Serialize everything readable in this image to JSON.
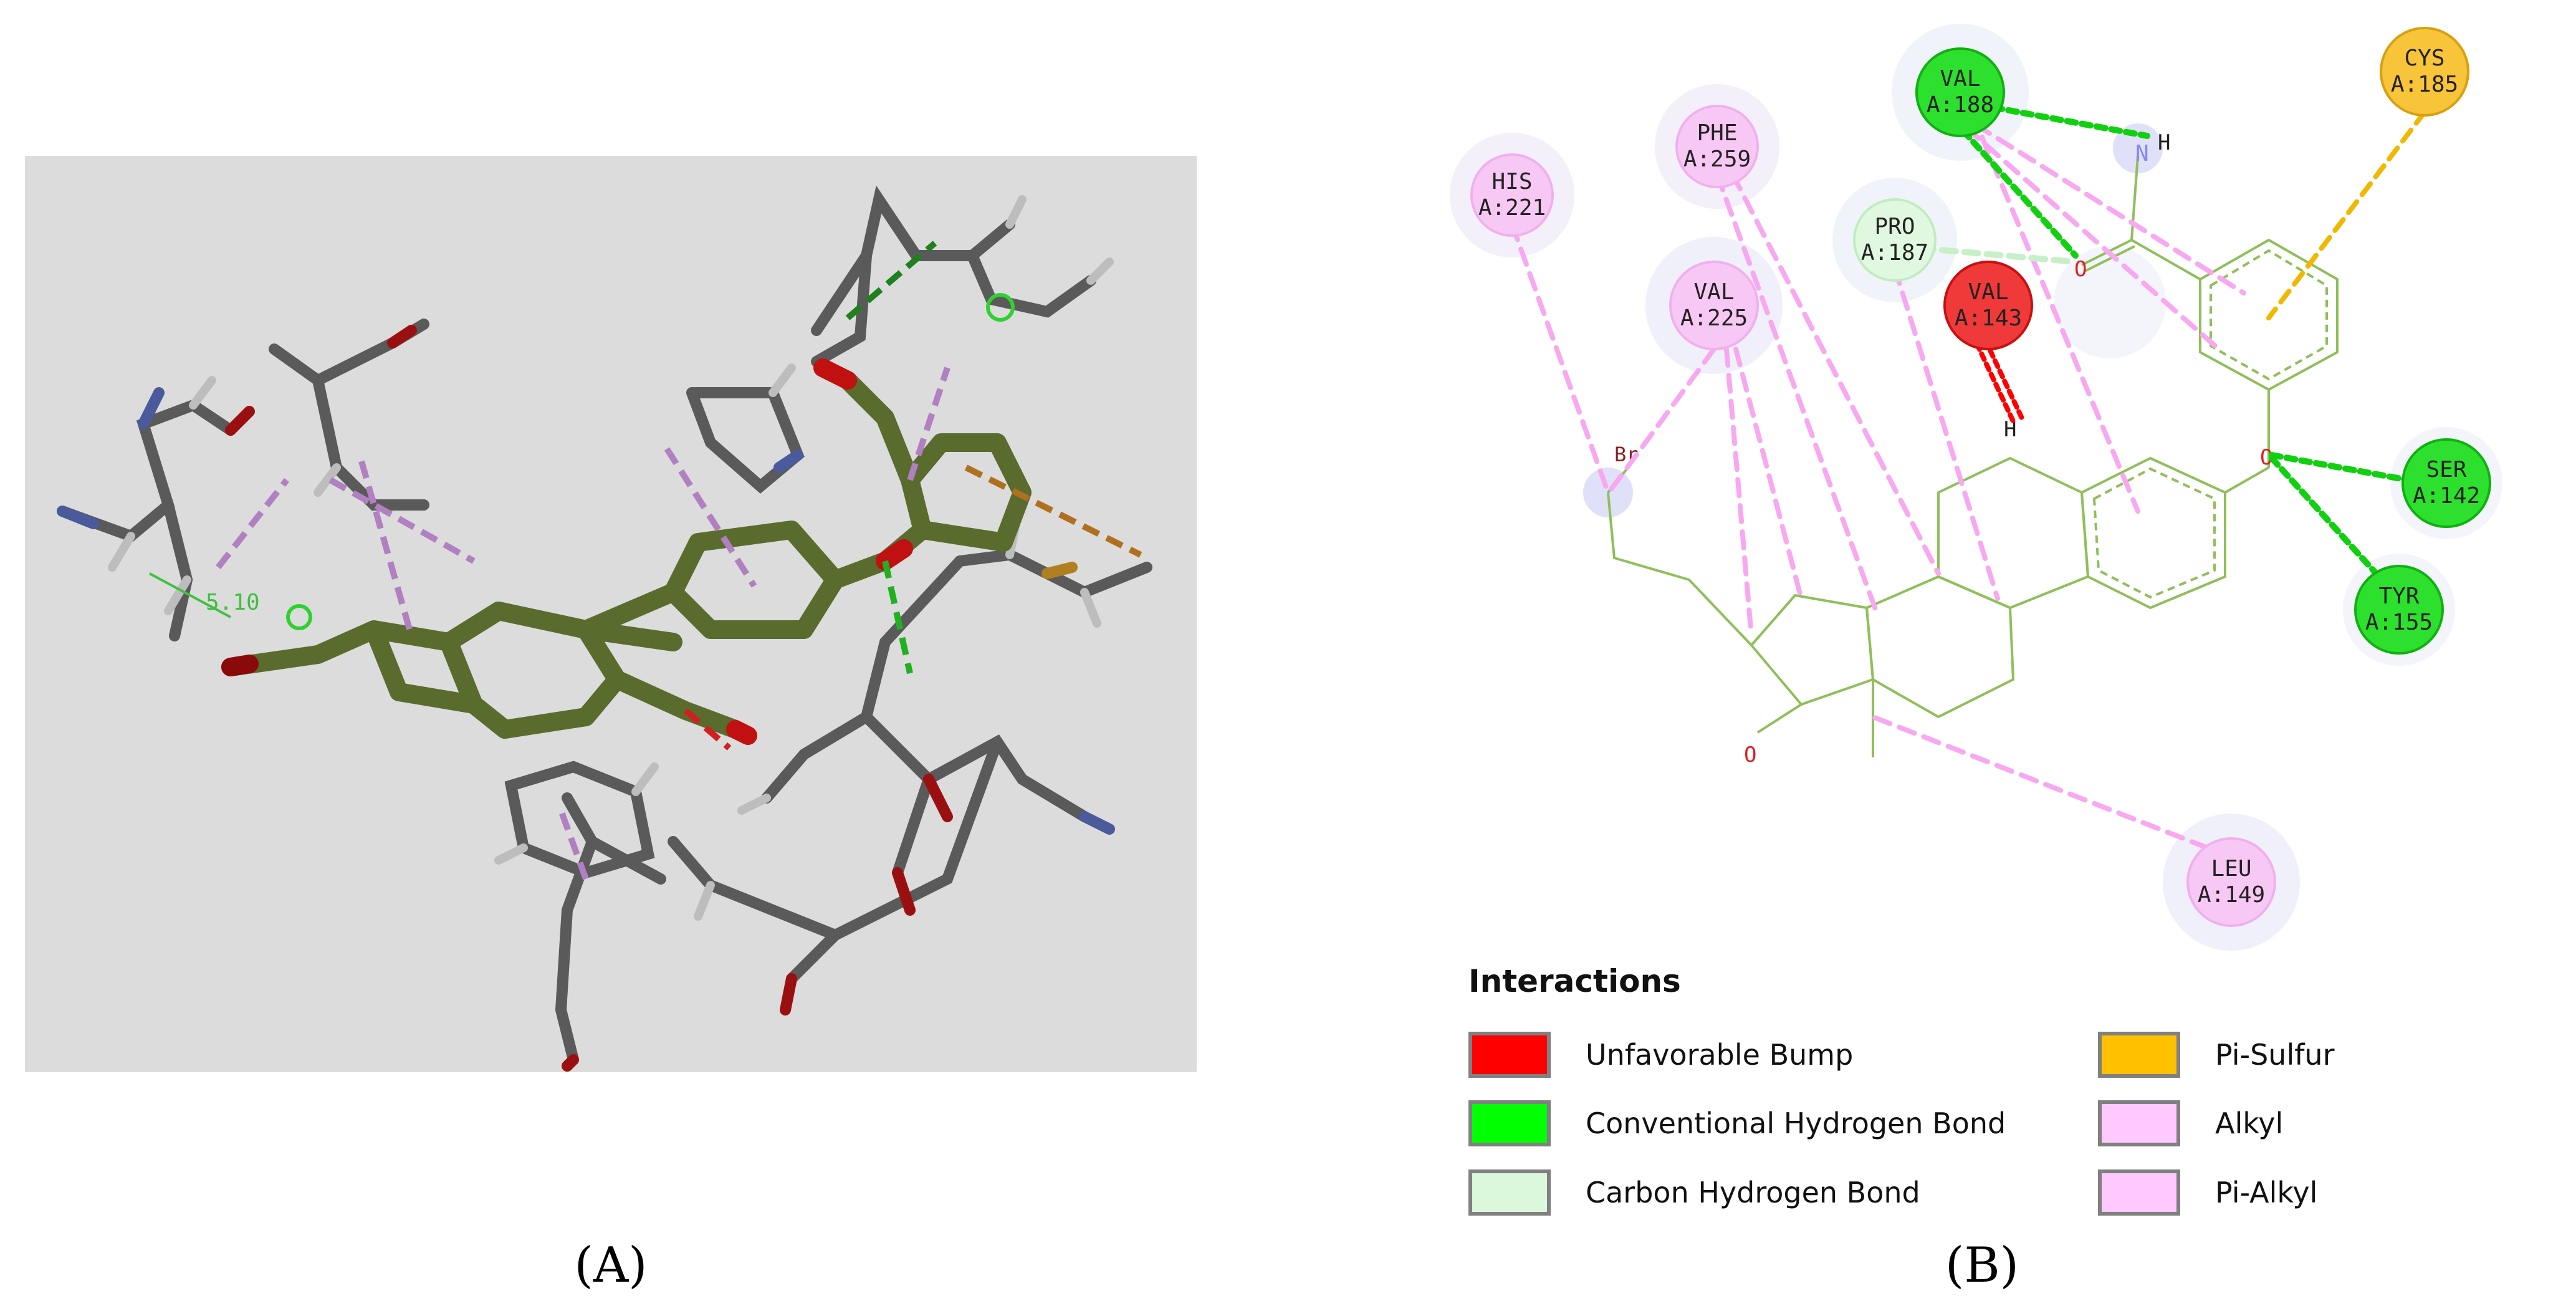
{
  "panels": {
    "a_label": "(A)",
    "b_label": "(B)"
  },
  "panel_a": {
    "distance_label": "5.10"
  },
  "residues": [
    {
      "id": "his221",
      "name": "HIS",
      "num": "A:221",
      "type": "Alkyl"
    },
    {
      "id": "phe259",
      "name": "PHE",
      "num": "A:259",
      "type": "Pi-Alkyl"
    },
    {
      "id": "val225",
      "name": "VAL",
      "num": "A:225",
      "type": "Alkyl"
    },
    {
      "id": "pro187",
      "name": "PRO",
      "num": "A:187",
      "type": "Carbon Hydrogen Bond"
    },
    {
      "id": "val188",
      "name": "VAL",
      "num": "A:188",
      "type": "Conventional Hydrogen Bond"
    },
    {
      "id": "val143",
      "name": "VAL",
      "num": "A:143",
      "type": "Unfavorable Bump"
    },
    {
      "id": "cys185",
      "name": "CYS",
      "num": "A:185",
      "type": "Pi-Sulfur"
    },
    {
      "id": "ser142",
      "name": "SER",
      "num": "A:142",
      "type": "Conventional Hydrogen Bond"
    },
    {
      "id": "tyr155",
      "name": "TYR",
      "num": "A:155",
      "type": "Conventional Hydrogen Bond"
    },
    {
      "id": "leu149",
      "name": "LEU",
      "num": "A:149",
      "type": "Alkyl"
    }
  ],
  "atoms": {
    "br": "Br",
    "h1": "H",
    "n": "N",
    "o_amide": "O",
    "h2": "H",
    "o_ether": "O",
    "o_ketone": "O"
  },
  "legend": {
    "title": "Interactions",
    "items": [
      {
        "label": "Unfavorable Bump",
        "color": "#ff0000"
      },
      {
        "label": "Conventional Hydrogen Bond",
        "color": "#00ff00"
      },
      {
        "label": "Carbon Hydrogen Bond",
        "color": "#dcf8dc"
      },
      {
        "label": "Pi-Sulfur",
        "color": "#ffc000"
      },
      {
        "label": "Alkyl",
        "color": "#ffc8ff"
      },
      {
        "label": "Pi-Alkyl",
        "color": "#ffc8ff"
      }
    ]
  },
  "colors": {
    "ligand_bond": "#8fbf5a",
    "alkyl": "#f8a8f0",
    "hbond": "#00e000",
    "bump": "#ff0000",
    "pi_sulfur": "#f0b800",
    "ch_bond": "#c8f0c8",
    "panel_a_bg": "#dcdcdc",
    "ligand_3d": "#5a6b2e",
    "protein_3d": "#555555"
  }
}
